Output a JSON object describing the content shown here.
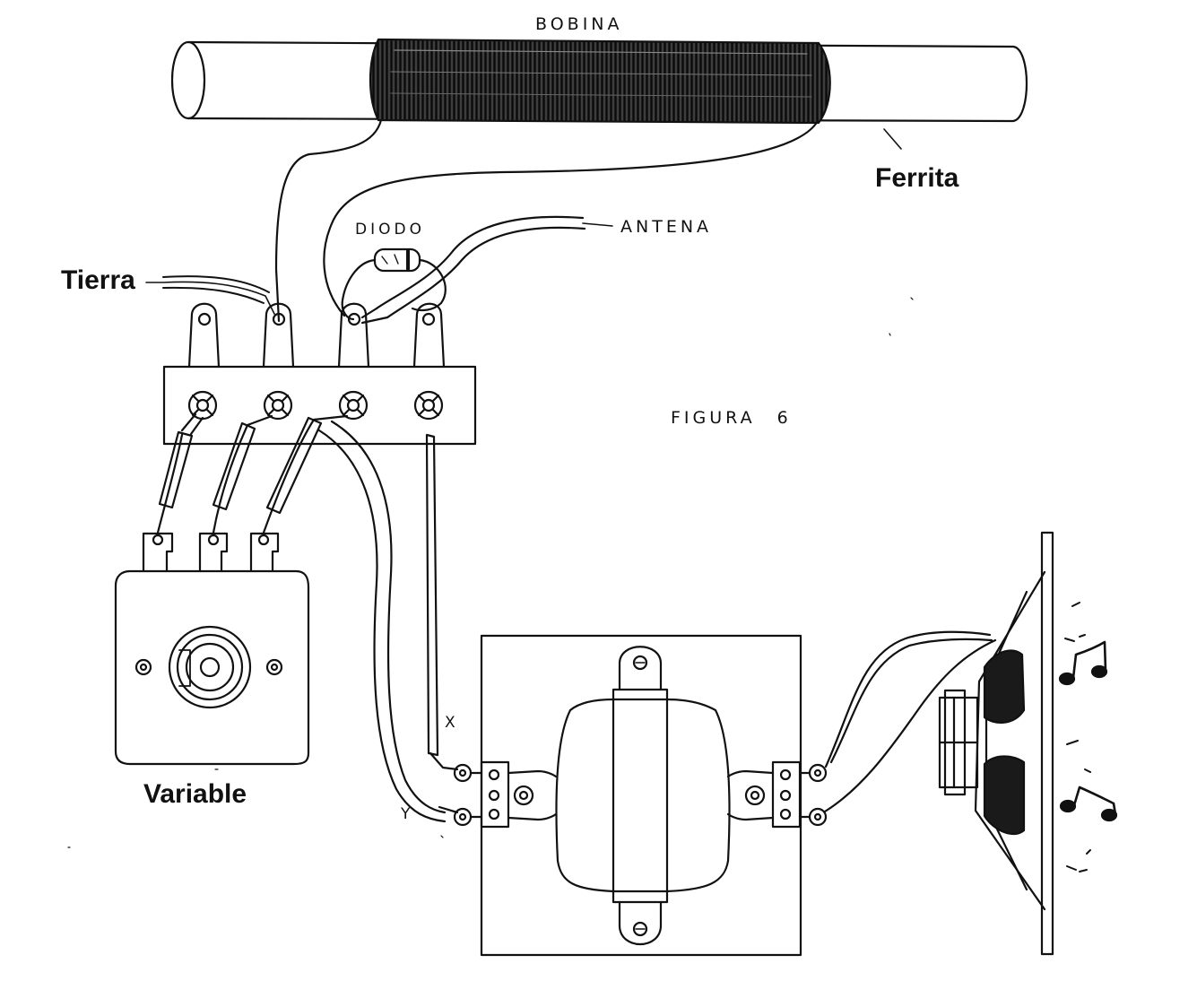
{
  "labels": {
    "bobina": "BOBINA",
    "ferrita": "Ferrita",
    "diodo": "DIODO",
    "antena": "ANTENA",
    "tierra": "Tierra",
    "figura": "FIGURA 6",
    "variable": "Variable",
    "x": "X",
    "y": "Y"
  },
  "colors": {
    "ink": "#111111",
    "paper": "#ffffff"
  },
  "icons": [
    "music-note-icon",
    "music-note-icon"
  ]
}
